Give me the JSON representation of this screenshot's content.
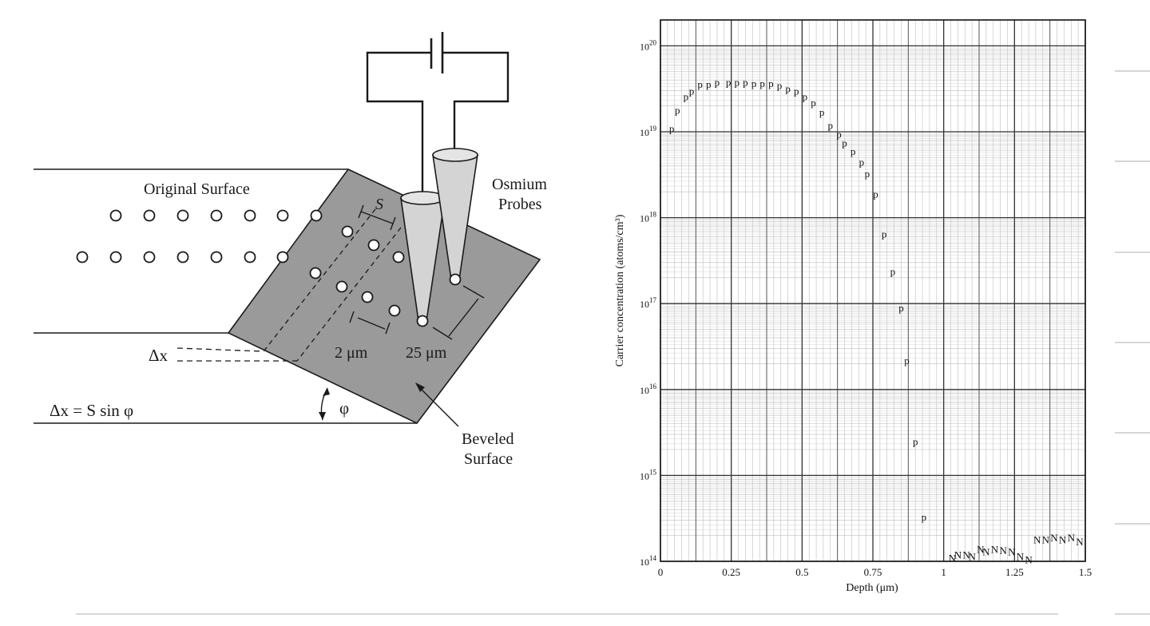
{
  "diagram": {
    "labels": {
      "original_surface": "Original Surface",
      "osmium_probes_1": "Osmium",
      "osmium_probes_2": "Probes",
      "spacing_s": "S",
      "delta_x": "Δx",
      "two_um": "2 μm",
      "twentyfive_um": "25 μm",
      "formula": "Δx = S sin φ",
      "phi": "φ",
      "beveled_1": "Beveled",
      "beveled_2": "Surface"
    },
    "colors": {
      "bevel_fill": "#9a9a9a",
      "probe_fill": "#d4d4d4",
      "line": "#1a1a1a"
    }
  },
  "chart_data": {
    "type": "scatter",
    "title": "",
    "xlabel": "Depth (μm)",
    "ylabel": "Carrier concentration (atoms/cm³)",
    "xlim": [
      0,
      1.5
    ],
    "ylim": [
      100000000000000.0,
      2e+20
    ],
    "log_y": true,
    "grid": true,
    "x_tick_labels": [
      "0",
      "0.25",
      "0.5",
      "0.75",
      "1",
      "1.25",
      "1.5"
    ],
    "y_tick_labels": [
      {
        "base": "10",
        "exp": "14"
      },
      {
        "base": "10",
        "exp": "15"
      },
      {
        "base": "10",
        "exp": "16"
      },
      {
        "base": "10",
        "exp": "17"
      },
      {
        "base": "10",
        "exp": "18"
      },
      {
        "base": "10",
        "exp": "19"
      },
      {
        "base": "10",
        "exp": "20"
      }
    ],
    "series": [
      {
        "name": "p",
        "marker": "p",
        "x": [
          0.04,
          0.06,
          0.09,
          0.11,
          0.14,
          0.17,
          0.2,
          0.24,
          0.27,
          0.3,
          0.33,
          0.36,
          0.39,
          0.42,
          0.45,
          0.48,
          0.51,
          0.54,
          0.57,
          0.6,
          0.63,
          0.65,
          0.68,
          0.71,
          0.73,
          0.76,
          0.79,
          0.82,
          0.85,
          0.87,
          0.9,
          0.93
        ],
        "y": [
          1.1e+19,
          1.8e+19,
          2.6e+19,
          3e+19,
          3.6e+19,
          3.6e+19,
          3.8e+19,
          3.8e+19,
          3.8e+19,
          3.8e+19,
          3.7e+19,
          3.7e+19,
          3.7e+19,
          3.5e+19,
          3.2e+19,
          3e+19,
          2.6e+19,
          2.2e+19,
          1.7e+19,
          1.2e+19,
          9.5e+18,
          7.5e+18,
          6e+18,
          4.5e+18,
          3.3e+18,
          1.9e+18,
          6.5e+17,
          2.4e+17,
          9e+16,
          2.2e+16,
          2500000000000000.0,
          330000000000000.0
        ]
      },
      {
        "name": "N",
        "marker": "N",
        "x": [
          1.03,
          1.05,
          1.08,
          1.1,
          1.13,
          1.15,
          1.18,
          1.21,
          1.24,
          1.27,
          1.3,
          1.33,
          1.36,
          1.39,
          1.42,
          1.45,
          1.48
        ],
        "y": [
          110000000000000.0,
          120000000000000.0,
          120000000000000.0,
          115000000000000.0,
          140000000000000.0,
          130000000000000.0,
          140000000000000.0,
          135000000000000.0,
          130000000000000.0,
          115000000000000.0,
          105000000000000.0,
          180000000000000.0,
          180000000000000.0,
          190000000000000.0,
          180000000000000.0,
          190000000000000.0,
          170000000000000.0
        ]
      }
    ],
    "colors": {
      "line": "#111111",
      "minor_grid": "#bdbdbd",
      "major_grid": "#333333"
    }
  }
}
